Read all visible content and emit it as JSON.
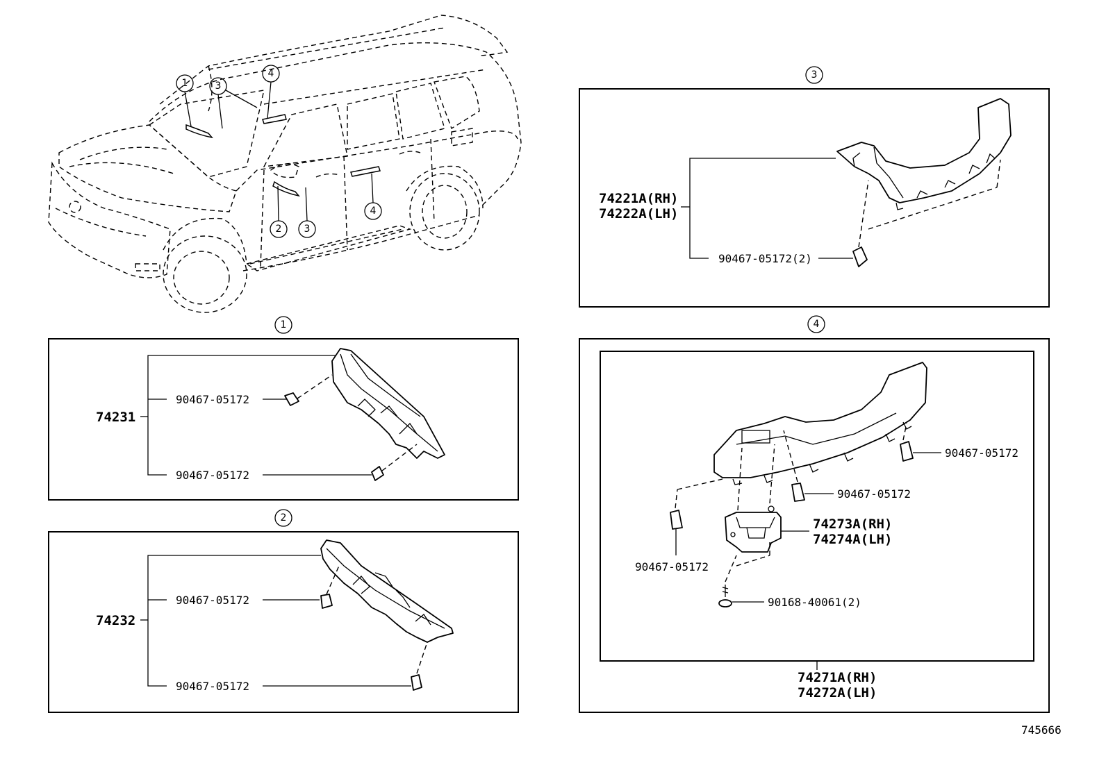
{
  "diagram_id": "745666",
  "overview": {
    "callouts": [
      "1",
      "3",
      "4",
      "2",
      "3",
      "4"
    ]
  },
  "panel1": {
    "title": "1",
    "main_part": "74231",
    "clip_top": "90467-05172",
    "clip_bottom": "90467-05172"
  },
  "panel2": {
    "title": "2",
    "main_part": "74232",
    "clip_top": "90467-05172",
    "clip_bottom": "90467-05172"
  },
  "panel3": {
    "title": "3",
    "part_rh": "74221A(RH)",
    "part_lh": "74222A(LH)",
    "clip": "90467-05172(2)"
  },
  "panel4": {
    "title": "4",
    "clip_right": "90467-05172",
    "clip_mid": "90467-05172",
    "clip_left": "90467-05172",
    "switch_rh": "74273A(RH)",
    "switch_lh": "74274A(LH)",
    "screw": "90168-40061(2)",
    "assy_rh": "74271A(RH)",
    "assy_lh": "74272A(LH)"
  }
}
